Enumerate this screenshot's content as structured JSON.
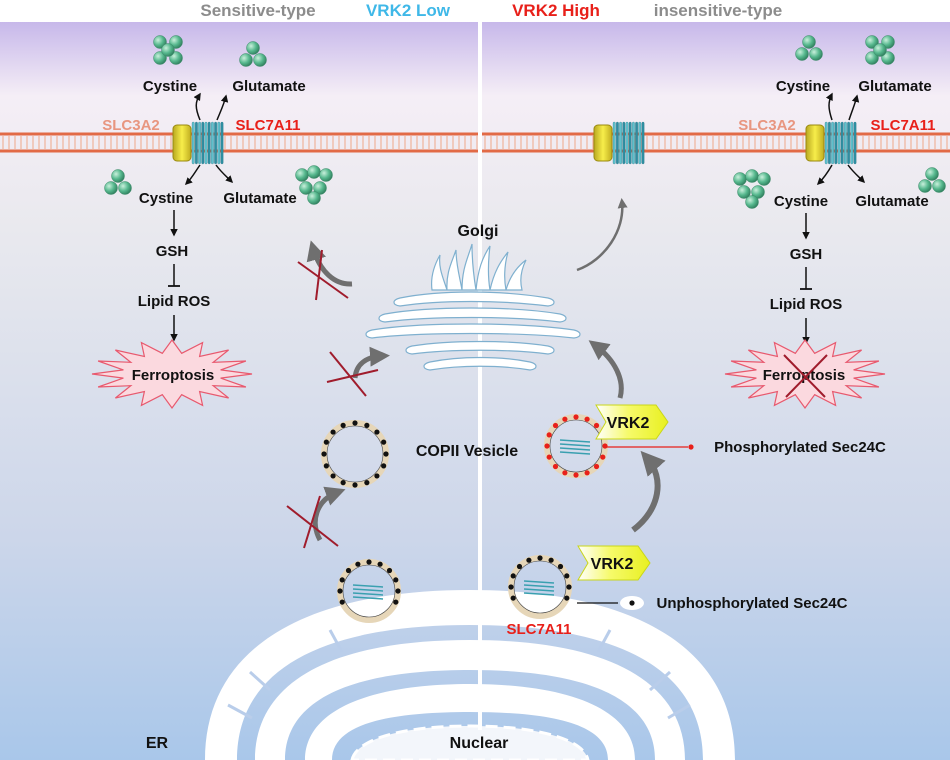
{
  "header": {
    "left_type": "Sensitive-type",
    "left_condition": "VRK2 Low",
    "right_condition": "VRK2 High",
    "right_type": "insensitive-type"
  },
  "left_panel": {
    "cystine_out": "Cystine",
    "glutamate_out": "Glutamate",
    "slc3a2": "SLC3A2",
    "slc7a11": "SLC7A11",
    "cystine_in": "Cystine",
    "glutamate_in": "Glutamate",
    "gsh": "GSH",
    "lipid_ros": "Lipid ROS",
    "ferroptosis": "Ferroptosis"
  },
  "right_panel": {
    "cystine_out": "Cystine",
    "glutamate_out": "Glutamate",
    "slc3a2": "SLC3A2",
    "slc7a11": "SLC7A11",
    "cystine_in": "Cystine",
    "glutamate_in": "Glutamate",
    "gsh": "GSH",
    "lipid_ros": "Lipid ROS",
    "ferroptosis": "Ferroptosis"
  },
  "center": {
    "golgi": "Golgi",
    "copii_vesicle": "COPII Vesicle",
    "vrk2_top": "VRK2",
    "vrk2_bottom": "VRK2",
    "phosphorylated": "Phosphorylated Sec24C",
    "unphosphorylated": "Unphosphorylated Sec24C",
    "slc7a11_er": "SLC7A11",
    "er": "ER",
    "nuclear": "Nuclear"
  },
  "colors": {
    "header_grey": "#8c8c8c",
    "vrk2_low": "#3fb8e8",
    "vrk2_high": "#e8201a",
    "slc3a2": "#e89680",
    "slc7a11": "#e8201a",
    "inhibit_cross": "#a01c2c",
    "membrane": "#e26a46",
    "transporter": "#3aa0b0",
    "bead": "#4aa884"
  }
}
